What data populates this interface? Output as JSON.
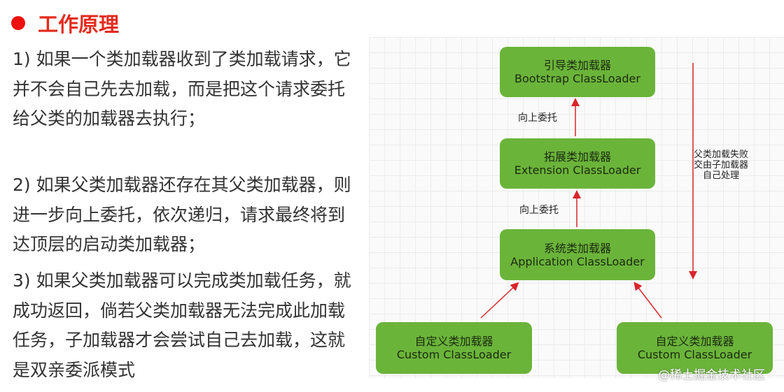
{
  "title": "工作原理",
  "paragraphs": [
    "1) 如果一个类加载器收到了类加载请求，它并不会自己先去加载，而是把这个请求委托给父类的加载器去执行；",
    "2) 如果父类加载器还存在其父类加载器，则进一步向上委托，依次递归，请求最终将到达顶层的启动类加载器；",
    "3) 如果父类加载器可以完成类加载任务，就成功返回，倘若父类加载器无法完成此加载任务，子加载器才会尝试自己去加载，这就是双亲委派模式"
  ],
  "diagram": {
    "bootstrap": {
      "cn": "引导类加载器",
      "en": "Bootstrap ClassLoader"
    },
    "extension": {
      "cn": "拓展类加载器",
      "en": "Extension ClassLoader"
    },
    "application": {
      "cn": "系统类加载器",
      "en": "Application ClassLoader"
    },
    "custom_left": {
      "cn": "自定义类加载器",
      "en": "Custom ClassLoader"
    },
    "custom_right": {
      "cn": "自定义类加载器",
      "en": "Custom ClassLoader"
    },
    "delegate_label_1": "向上委托",
    "delegate_label_2": "向上委托",
    "fallback_note": [
      "父类加载失败",
      "交由子加载器",
      "自己处理"
    ]
  },
  "watermark": "@稀土掘金技术社区",
  "colors": {
    "accent": "#e42a1c",
    "box": "#6bb43a",
    "arrow": "#d9252b"
  }
}
